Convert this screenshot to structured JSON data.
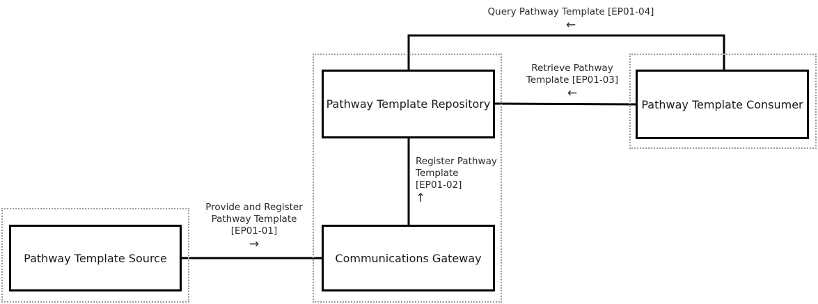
{
  "nodes": {
    "source": {
      "label": "Pathway Template Source"
    },
    "gateway": {
      "label": "Communications Gateway"
    },
    "repository": {
      "label": "Pathway Template Repository"
    },
    "consumer": {
      "label": "Pathway Template Consumer"
    }
  },
  "edges": {
    "ep01_01": {
      "lines": [
        "Provide and Register",
        "Pathway Template",
        "[EP01-01]"
      ],
      "arrow": "→"
    },
    "ep01_02": {
      "lines": [
        "Register Pathway",
        "Template",
        "[EP01-02]"
      ],
      "arrow": "↑"
    },
    "ep01_03": {
      "lines": [
        "Retrieve Pathway",
        "Template [EP01-03]"
      ],
      "arrow": "←"
    },
    "ep01_04": {
      "lines": [
        "Query Pathway Template [EP01-04]"
      ],
      "arrow": "←"
    }
  },
  "colors": {
    "box_border": "#000000",
    "group_border": "#9a9a9a",
    "text": "#1a1a1a"
  }
}
